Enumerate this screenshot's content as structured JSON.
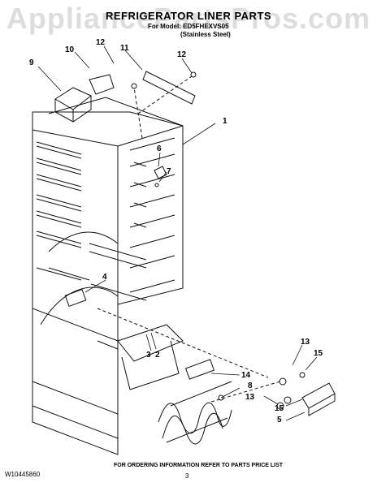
{
  "watermark": "AppliancePartsPros.com",
  "title": "REFRIGERATOR LINER PARTS",
  "subtitle": {
    "for_model": "For Model: ED5FHEXVS05",
    "finish": "(Stainless Steel)"
  },
  "callouts": [
    "1",
    "2",
    "3",
    "4",
    "5",
    "6",
    "7",
    "8",
    "9",
    "10",
    "11",
    "12",
    "12",
    "13",
    "13",
    "14",
    "15",
    "15"
  ],
  "footer": {
    "part_no": "W10445860",
    "instructions": "FOR ORDERING INFORMATION REFER TO PARTS PRICE LIST",
    "page": "3"
  },
  "colors": {
    "line": "#111111",
    "watermark": "#d8d8d8"
  }
}
